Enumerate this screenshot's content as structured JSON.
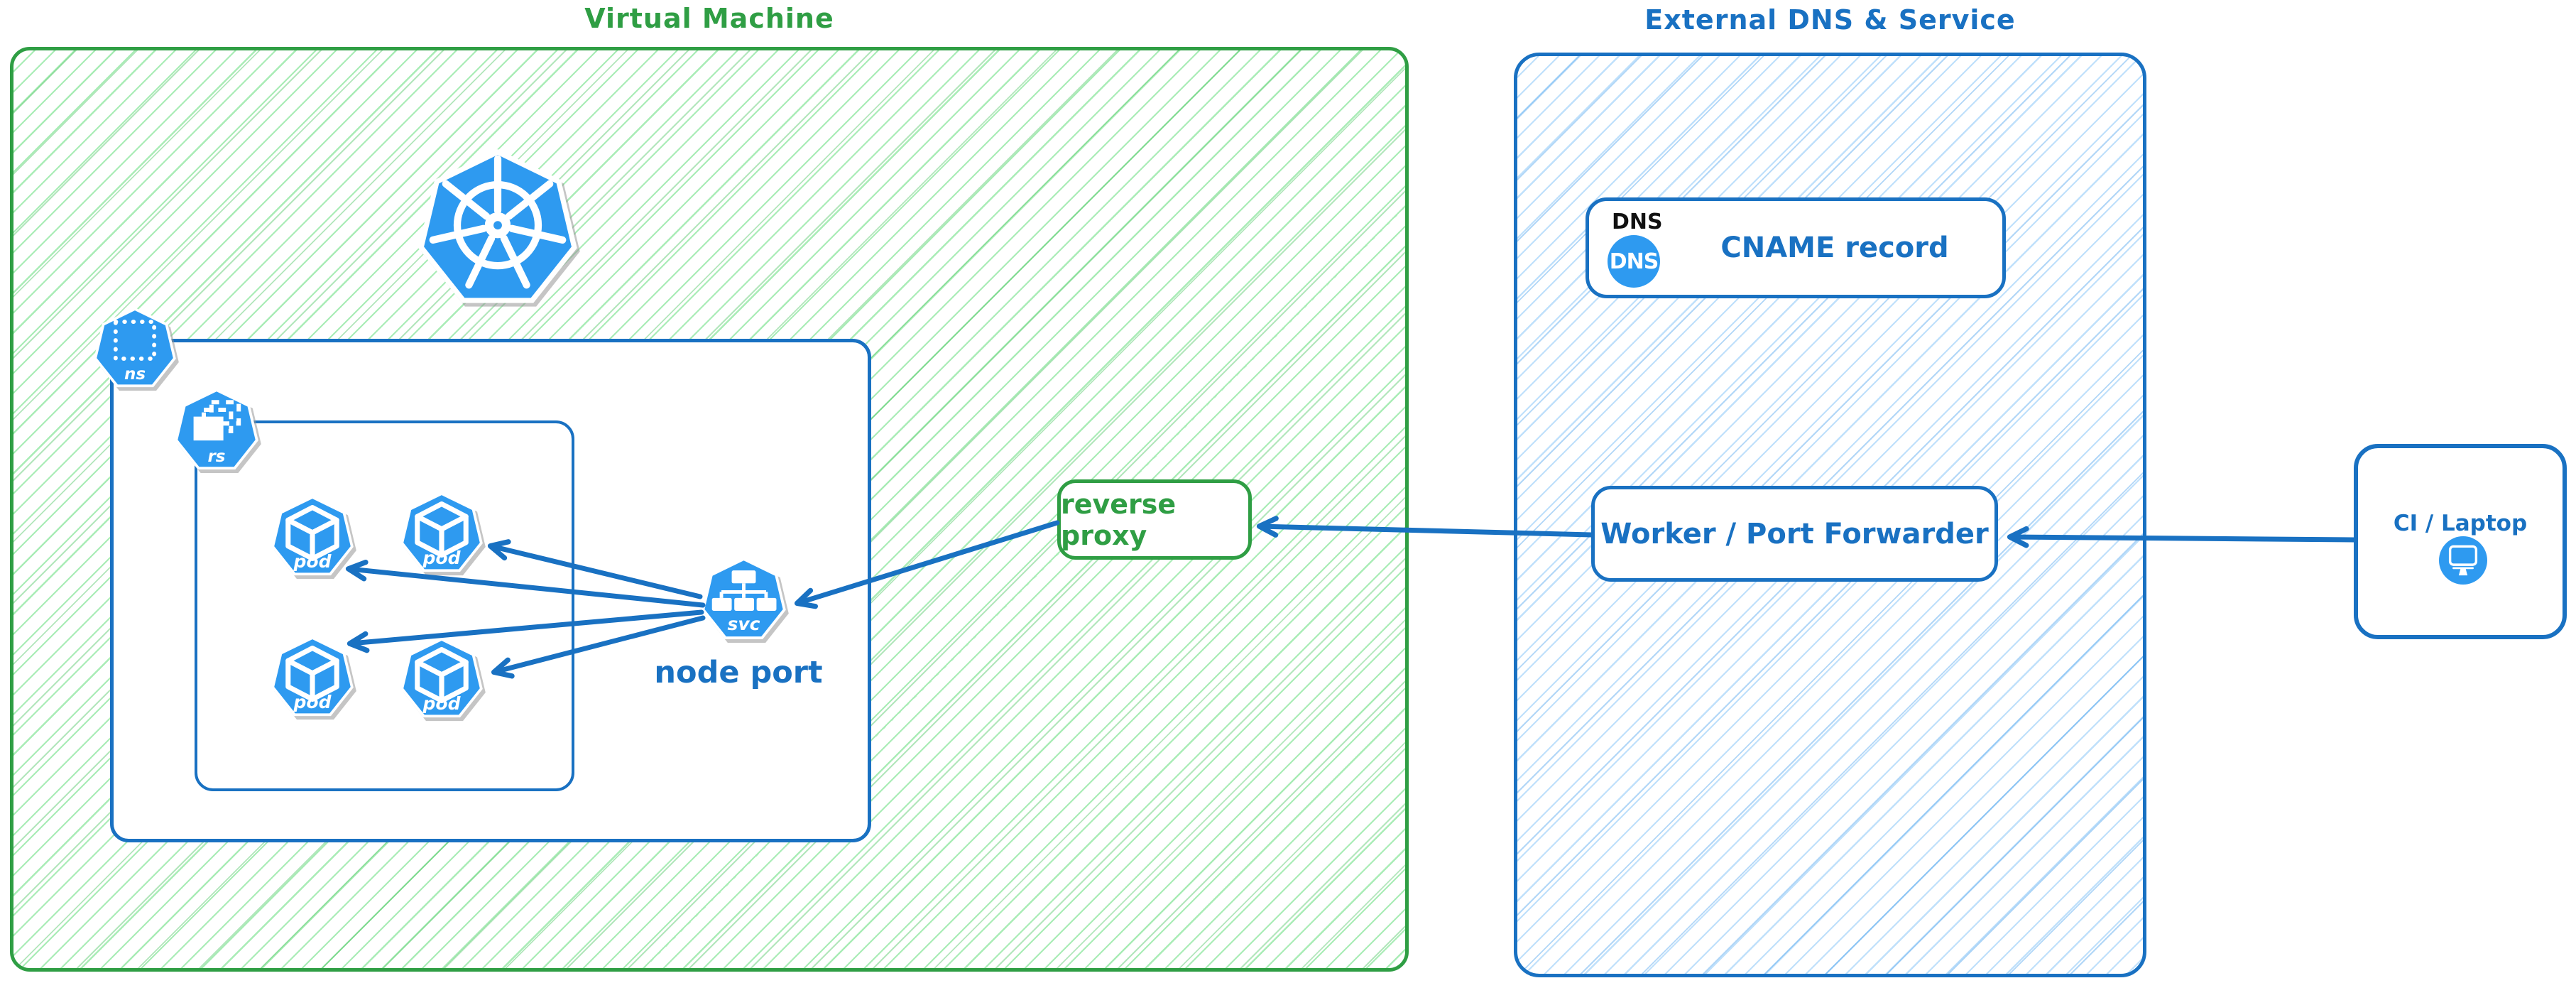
{
  "colors": {
    "green": "#2f9e44",
    "green_hatch": "#a9ecb6",
    "blue": "#1971c2",
    "blue_hatch": "#bfe0fb",
    "icon_blue": "#2e9af0",
    "text_black": "#111111"
  },
  "icons": [
    "kubernetes-logo",
    "namespace-icon",
    "replicaset-icon",
    "pod-icon",
    "service-icon",
    "dns-icon",
    "monitor-icon"
  ],
  "vm_group": {
    "title": "Virtual Machine",
    "namespace_icon": {
      "label": "ns"
    },
    "replicaset_icon": {
      "label": "rs"
    },
    "pods": [
      {
        "label": "pod"
      },
      {
        "label": "pod"
      },
      {
        "label": "pod"
      },
      {
        "label": "pod"
      }
    ],
    "service_icon": {
      "label": "svc"
    },
    "service_caption": "node port",
    "reverse_proxy": {
      "label": "reverse proxy"
    }
  },
  "external_group": {
    "title": "External DNS & Service",
    "dns_card": {
      "tag": "DNS",
      "icon_label": "DNS",
      "record": "CNAME record"
    },
    "worker": {
      "label": "Worker / Port Forwarder"
    }
  },
  "client": {
    "label": "CI / Laptop"
  }
}
